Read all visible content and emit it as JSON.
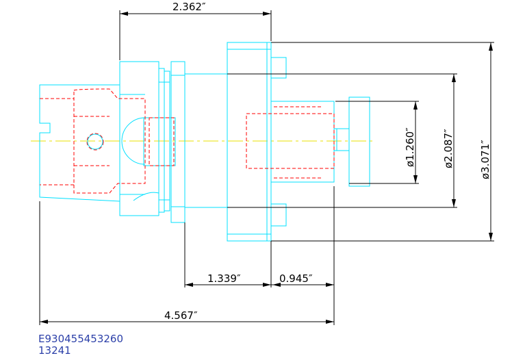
{
  "dimensions": {
    "top_length": "2.362″",
    "shank_length": "1.339″",
    "nose_length": "0.945″",
    "overall_length": "4.567″",
    "small_diameter": "ø1.260″",
    "mid_diameter": "ø2.087″",
    "large_diameter": "ø3.071″"
  },
  "part_number": "E930455453260",
  "item_number": "13241",
  "colors": {
    "outline": "#00e0ff",
    "hidden_lines": "#ff0000",
    "centerline": "#e8e000",
    "dimension_lines": "#000000",
    "code_text": "#2b3fa8"
  }
}
